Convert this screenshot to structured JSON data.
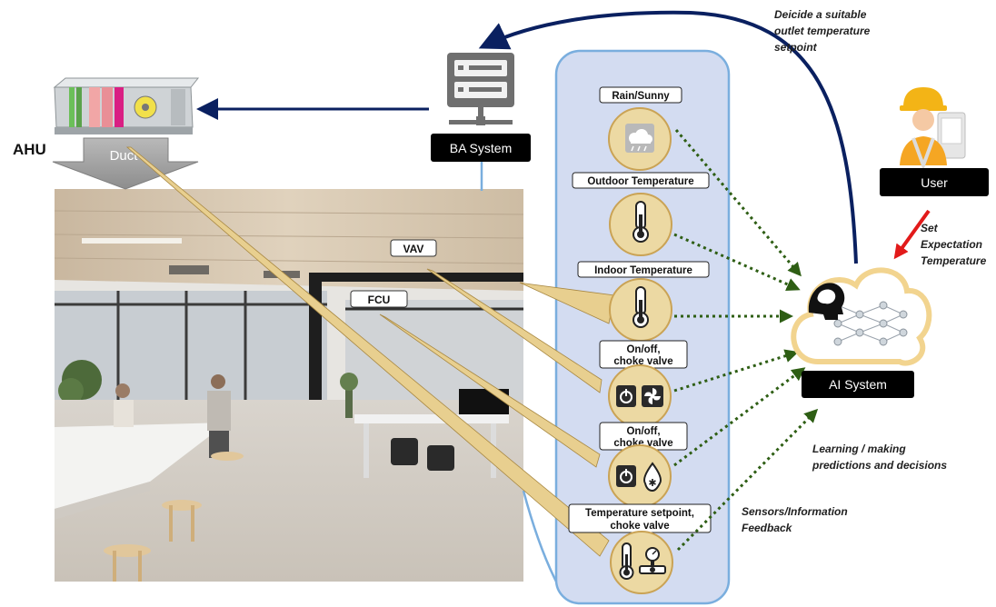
{
  "ahu": {
    "label": "AHU",
    "duct_label": "Duct"
  },
  "ba_system": {
    "label": "BA System"
  },
  "ai_system": {
    "label": "AI System"
  },
  "user": {
    "label": "User"
  },
  "annotations": {
    "decide_line1": "Deicide a suitable",
    "decide_line2": "outlet temperature",
    "decide_line3": "setpoint",
    "set_line1": "Set",
    "set_line2": "Expectation",
    "set_line3": "Temperature",
    "learning_line1": "Learning / making",
    "learning_line2": "predictions and decisions",
    "feedback_line1": "Sensors/Information",
    "feedback_line2": "Feedback"
  },
  "room_tags": {
    "vav": "VAV",
    "fcu": "FCU"
  },
  "sensors": {
    "rain": "Rain/Sunny",
    "outdoor": "Outdoor Temperature",
    "indoor": "Indoor Temperature",
    "vav_line1": "On/off,",
    "vav_line2": "choke valve",
    "fcu_line1": "On/off,",
    "fcu_line2": "choke valve",
    "setpoint_line1": "Temperature setpoint,",
    "setpoint_line2": "choke valve"
  },
  "colors": {
    "panel_fill": "#d3dcf1",
    "panel_stroke": "#7aaede",
    "sensor_circle": "#ecd9a3",
    "sensor_stroke": "#caa355",
    "dark_arrow": "#0a2060",
    "dotted_arrow": "#2e5e14",
    "red_arrow": "#e21a1a",
    "label_bg": "#000000"
  }
}
